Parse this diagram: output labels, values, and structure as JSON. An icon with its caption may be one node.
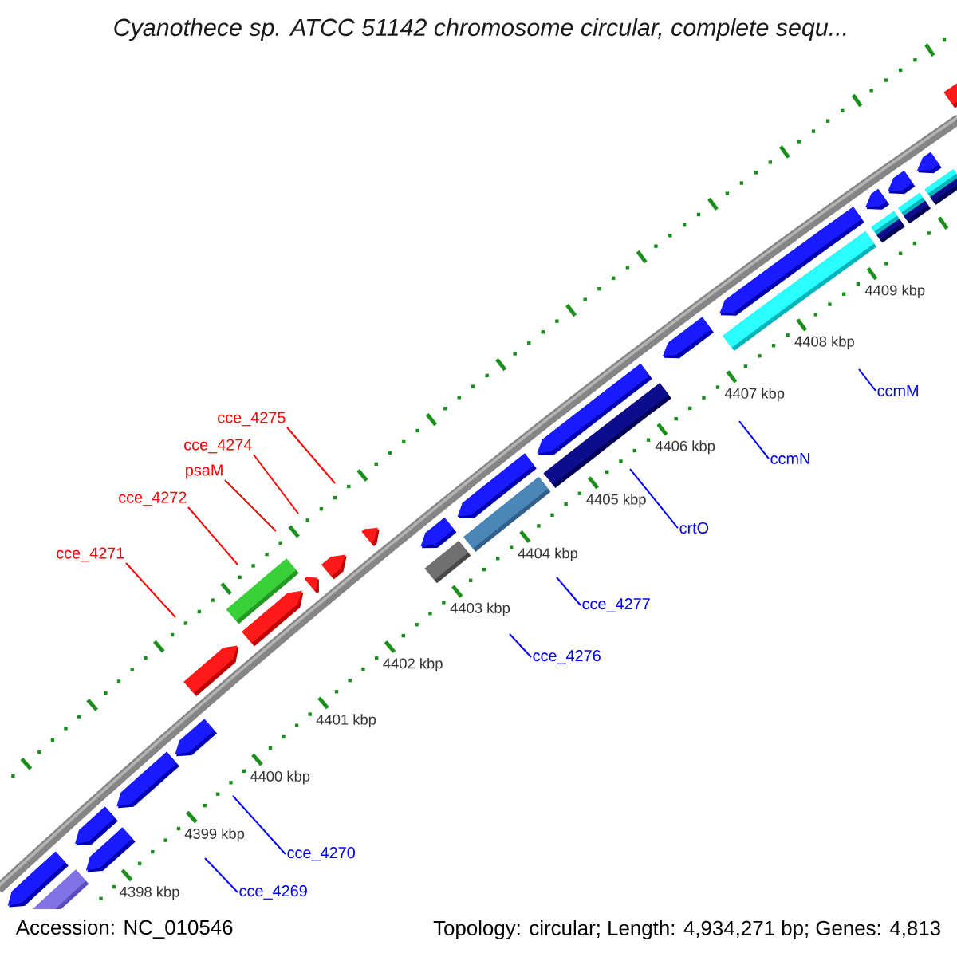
{
  "diagram": {
    "title": "Cyanothece sp. ATCC 51142 chromosome circular, complete sequ...",
    "nodes": [
      {
        "text": [
          "cce_4269"
        ]
      },
      {
        "text": [
          "cce_4270"
        ]
      },
      {
        "text": [
          "cce_4271"
        ]
      },
      {
        "text": [
          "cce_4272"
        ]
      },
      {
        "text": [
          "psaM"
        ]
      },
      {
        "text": [
          "cce_4274"
        ]
      },
      {
        "text": [
          "cce_4275"
        ]
      },
      {
        "text": [
          "cce_4276"
        ]
      },
      {
        "text": [
          "cce_4277"
        ]
      },
      {
        "text": [
          "crtO"
        ]
      },
      {
        "text": [
          "ccmN"
        ]
      },
      {
        "text": [
          "ccmM"
        ]
      }
    ],
    "edges": [
      {
        "from": 0,
        "to": null,
        "arrow": "none"
      },
      {
        "from": 1,
        "to": null,
        "arrow": "none"
      },
      {
        "from": 2,
        "to": null,
        "arrow": "none",
        "color": "#ff0000"
      },
      {
        "from": 3,
        "to": null,
        "arrow": "none",
        "color": "#ff0000"
      },
      {
        "from": 4,
        "to": null,
        "arrow": "none",
        "color": "#ff0000"
      },
      {
        "from": 5,
        "to": null,
        "arrow": "none",
        "color": "#ff0000"
      },
      {
        "from": 6,
        "to": null,
        "arrow": "none",
        "color": "#ff0000"
      },
      {
        "from": 7,
        "to": null,
        "arrow": "none"
      },
      {
        "from": 8,
        "to": null,
        "arrow": "none"
      },
      {
        "from": 9,
        "to": null,
        "arrow": "none"
      },
      {
        "from": 10,
        "to": null,
        "arrow": "none"
      },
      {
        "from": 11,
        "to": null,
        "arrow": "none"
      }
    ],
    "labels": [
      "4409 kbp",
      "4408 kbp",
      "4407 kbp",
      "4406 kbp",
      "4405 kbp",
      "4404 kbp",
      "4403 kbp",
      "4402 kbp",
      "4401 kbp",
      "4400 kbp",
      "4399 kbp",
      "4398 kbp",
      "Accession: NC_010546",
      "Topology: circular; Length: 4,934,271 bp; Genes: 4,813"
    ]
  }
}
